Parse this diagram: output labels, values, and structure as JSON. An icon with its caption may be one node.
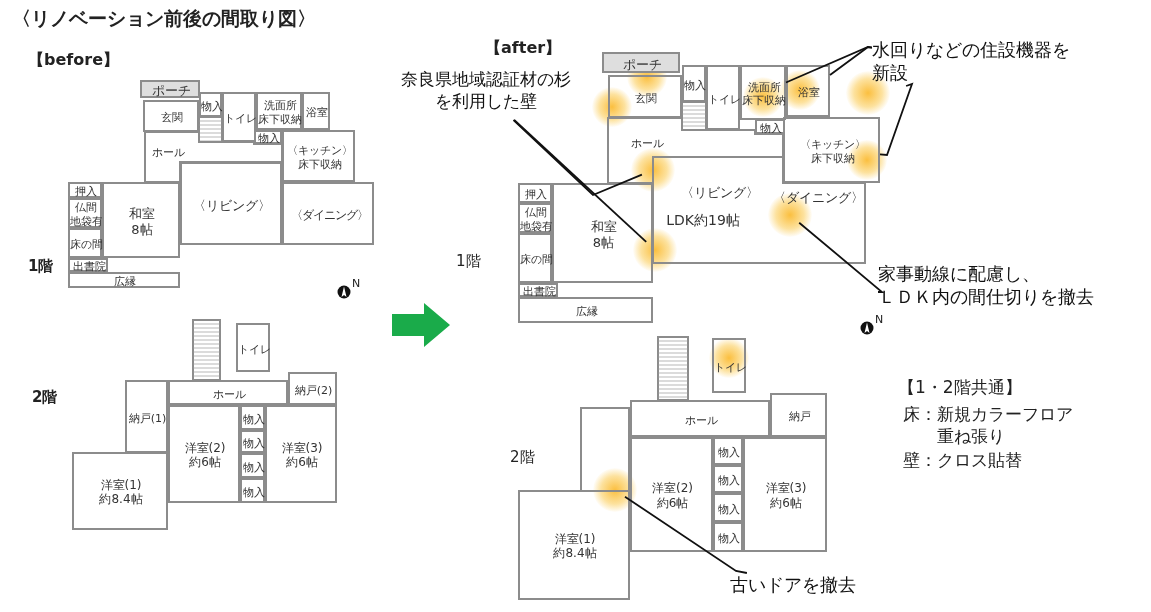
{
  "diagram": {
    "title": "〈リノベーション前後の間取り図〉",
    "nodes": [
      {
        "text": [
          "ポーチ"
        ]
      },
      {
        "text": [
          "玄関"
        ]
      },
      {
        "text": [
          "物入"
        ]
      },
      {
        "text": [
          "トイレ"
        ]
      },
      {
        "text": [
          "洗面所",
          "床下収納"
        ]
      },
      {
        "text": [
          "浴室"
        ]
      },
      {
        "text": [
          "物入"
        ]
      },
      {
        "text": [
          "ホール"
        ]
      },
      {
        "text": [
          "〈キッチン〉",
          "床下収納"
        ]
      },
      {
        "text": [
          "押入"
        ]
      },
      {
        "text": [
          "仏間",
          "地袋有"
        ]
      },
      {
        "text": [
          "和室",
          "8帖"
        ]
      },
      {
        "text": [
          "〈リビング〉"
        ]
      },
      {
        "text": [
          "〈ダイニング〉"
        ]
      },
      {
        "text": [
          "床の間"
        ]
      },
      {
        "text": [
          "出書院"
        ]
      },
      {
        "text": [
          "広縁"
        ]
      },
      {
        "text": [
          "トイレ"
        ]
      },
      {
        "text": [
          "ホール"
        ]
      },
      {
        "text": [
          "納戸(2)"
        ]
      },
      {
        "text": [
          "納戸(1)"
        ]
      },
      {
        "text": [
          "洋室(2)",
          "約6帖"
        ]
      },
      {
        "text": [
          "物入"
        ]
      },
      {
        "text": [
          "物入"
        ]
      },
      {
        "text": [
          "洋室(3)",
          "約6帖"
        ]
      },
      {
        "text": [
          "物入"
        ]
      },
      {
        "text": [
          "物入"
        ]
      },
      {
        "text": [
          "洋室(1)",
          "約8.4帖"
        ]
      },
      {
        "text": [
          "ポーチ"
        ]
      },
      {
        "text": [
          "玄関"
        ]
      },
      {
        "text": [
          "物入"
        ]
      },
      {
        "text": [
          "トイレ"
        ]
      },
      {
        "text": [
          "洗面所",
          "床下収納"
        ]
      },
      {
        "text": [
          "浴室"
        ]
      },
      {
        "text": [
          "物入"
        ]
      },
      {
        "text": [
          "ホール"
        ]
      },
      {
        "text": [
          "〈キッチン〉",
          "床下収納"
        ]
      },
      {
        "text": [
          "押入"
        ]
      },
      {
        "text": [
          "仏間",
          "地袋有"
        ]
      },
      {
        "text": [
          "和室",
          "8帖"
        ]
      },
      {
        "text": [
          "〈リビング〉",
          "LDK約19帖",
          "〈ダイニング〉"
        ]
      },
      {
        "text": [
          "床の間"
        ]
      },
      {
        "text": [
          "出書院"
        ]
      },
      {
        "text": [
          "広縁"
        ]
      },
      {
        "text": [
          "トイレ"
        ]
      },
      {
        "text": [
          "ホール"
        ]
      },
      {
        "text": [
          "納戸"
        ]
      },
      {
        "text": [],
        "shape": "box"
      },
      {
        "text": [
          "洋室(2)",
          "約6帖"
        ]
      },
      {
        "text": [
          "物入"
        ]
      },
      {
        "text": [
          "物入"
        ]
      },
      {
        "text": [
          "洋室(3)",
          "約6帖"
        ]
      },
      {
        "text": [
          "物入"
        ]
      },
      {
        "text": [
          "物入"
        ]
      },
      {
        "text": [
          "洋室(1)",
          "約8.4帖"
        ]
      },
      {
        "text": [],
        "shape": "circle"
      },
      {
        "text": [],
        "shape": "circle"
      },
      {
        "text": [],
        "shape": "circle",
        "in": 40
      },
      {
        "text": [],
        "shape": "circle"
      },
      {
        "text": [
          "奈良県地域認証材の杉を利用した壁"
        ]
      },
      {
        "text": [
          "水回りなどの住設機器を新設"
        ]
      },
      {
        "text": [
          "家事動線に配慮し、ＬＤＫ内の間仕切りを撤去"
        ]
      },
      {
        "text": [
          "古いドアを撤去"
        ]
      },
      {
        "text": [],
        "shape": "circle"
      }
    ],
    "edges": [
      {
        "from": 60,
        "to": 32,
        "arrow": "none"
      },
      {
        "from": 60,
        "to": 33,
        "arrow": "none"
      },
      {
        "from": 60,
        "to": 36,
        "arrow": "none"
      },
      {
        "from": 59,
        "to": 55,
        "arrow": "none"
      },
      {
        "from": 59,
        "to": 56,
        "arrow": "none"
      },
      {
        "from": 61,
        "to": 57,
        "arrow": "none"
      },
      {
        "from": 62,
        "to": 58,
        "arrow": "none"
      }
    ],
    "labels": [
      "【before】",
      "【after】",
      "1階",
      "2階",
      "1階",
      "2階",
      "【1・2階共通】",
      "床：新規カラーフロア重ね張り",
      "壁：クロス貼替",
      "N",
      "N"
    ]
  }
}
